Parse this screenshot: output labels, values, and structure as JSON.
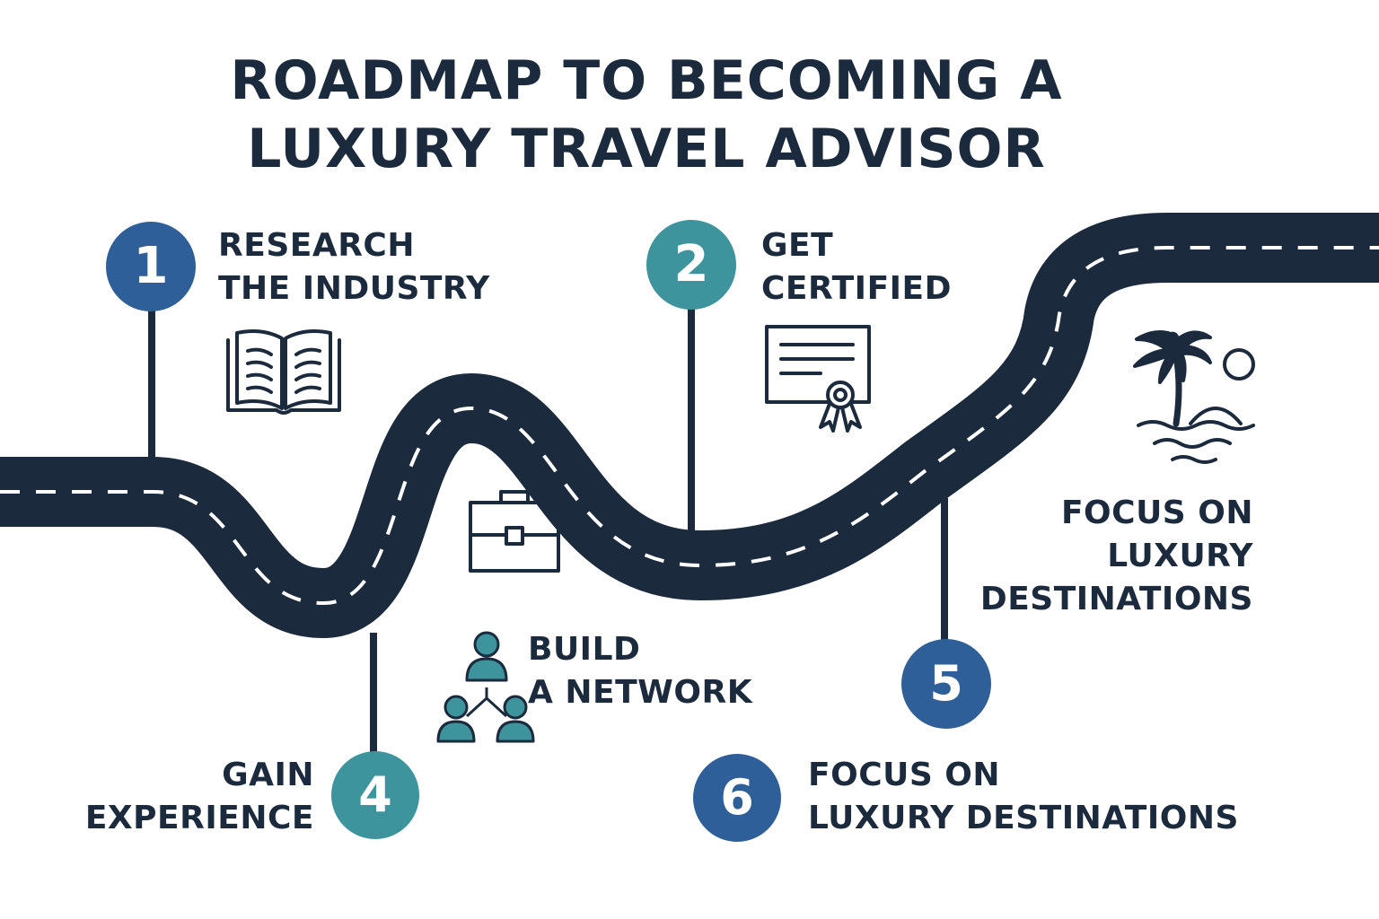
{
  "title": {
    "line1": "ROADMAP TO BECOMING A",
    "line2": "LUXURY TRAVEL ADVISOR"
  },
  "colors": {
    "road": "#1c2a3e",
    "navy_blue": "#2f5f99",
    "teal": "#3d949c",
    "text": "#1c2a3e"
  },
  "steps": [
    {
      "number": "1",
      "line1": "RESEARCH",
      "line2": "THE INDUSTRY",
      "icon": "open-book-icon",
      "color": "#2f5f99"
    },
    {
      "number": "2",
      "line1": "GET",
      "line2": "CERTIFIED",
      "icon": "certificate-icon",
      "color": "#3d949c"
    },
    {
      "number": "",
      "line1": "BUILD",
      "line2": "A NETWORK",
      "icon": "people-network-icon",
      "color": "#3d949c"
    },
    {
      "number": "4",
      "line1": "GAIN",
      "line2": "EXPERIENCE",
      "icon": "briefcase-icon",
      "color": "#3d949c"
    },
    {
      "number": "5",
      "line1": "FOCUS ON",
      "line2": "LUXURY",
      "line3": "DESTINATIONS",
      "icon": "palm-island-icon",
      "color": "#2f5f99"
    },
    {
      "number": "6",
      "line1": "FOCUS ON",
      "line2": "LUXURY DESTINATIONS",
      "color": "#2f5f99"
    }
  ]
}
